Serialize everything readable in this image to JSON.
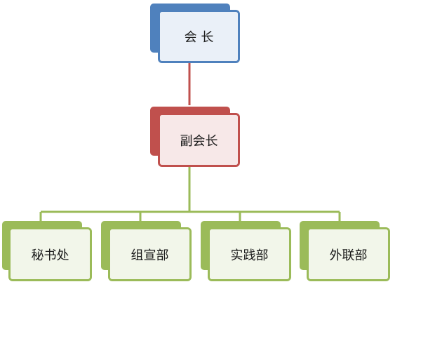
{
  "org_chart": {
    "root": {
      "label": "会 长",
      "color": "#4f81bd"
    },
    "vice": {
      "label": "副会长",
      "color": "#c0504d"
    },
    "departments": [
      {
        "label": "秘书处",
        "color": "#9bbb59"
      },
      {
        "label": "组宣部",
        "color": "#9bbb59"
      },
      {
        "label": "实践部",
        "color": "#9bbb59"
      },
      {
        "label": "外联部",
        "color": "#9bbb59"
      }
    ]
  }
}
